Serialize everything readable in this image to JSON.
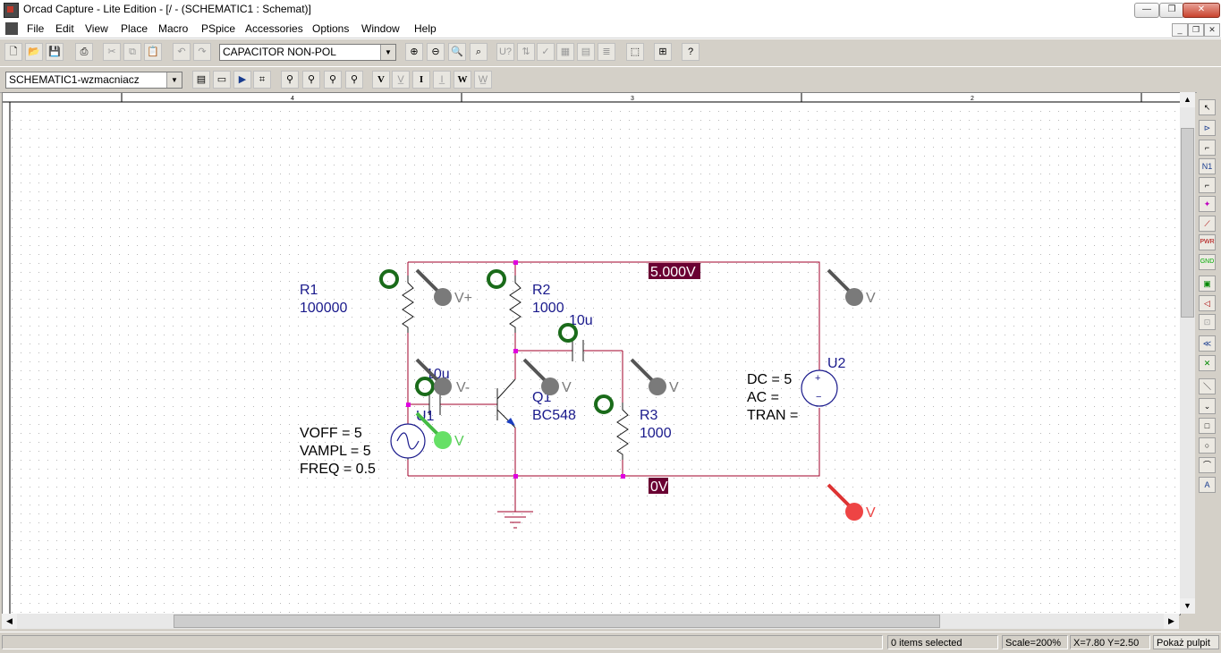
{
  "window": {
    "title": "Orcad Capture - Lite Edition - [/ - (SCHEMATIC1 : Schemat)]"
  },
  "menu": [
    "File",
    "Edit",
    "View",
    "Place",
    "Macro",
    "PSpice",
    "Accessories",
    "Options",
    "Window",
    "Help"
  ],
  "toolbar1": {
    "part_combo": "CAPACITOR NON-POL"
  },
  "toolbar2": {
    "schematic_combo": "SCHEMATIC1-wzmacniacz",
    "v_label": "V",
    "i_label": "I",
    "w_label": "W"
  },
  "ruler": {
    "labels": [
      "4",
      "3",
      "2"
    ]
  },
  "schematic": {
    "net_probe_top": "5.000V",
    "net_probe_bottom": "0V",
    "r1": {
      "ref": "R1",
      "value": "100000"
    },
    "r2": {
      "ref": "R2",
      "value": "1000"
    },
    "r3": {
      "ref": "R3",
      "value": "1000"
    },
    "c1": {
      "value": "10u"
    },
    "c2": {
      "value": "10u"
    },
    "q1": {
      "ref": "Q1",
      "value": "BC548"
    },
    "u1": {
      "ref": "U1",
      "voff": "VOFF = 5",
      "vampl": "VAMPL = 5",
      "freq": "FREQ = 0.5"
    },
    "u2": {
      "ref": "U2",
      "dc": "DC = 5",
      "ac": "AC =",
      "tran": "TRAN ="
    },
    "markers": {
      "vplus": "V+",
      "vminus": "V-",
      "v": "V"
    }
  },
  "status": {
    "selected": "0 items selected",
    "scale": "Scale=200%",
    "coords": "X=7.80  Y=2.50",
    "desktop": "Pokaż pulpit"
  },
  "colors": {
    "wire": "#a0002a",
    "component": "#1a1a8c",
    "probe_bg": "#6a0032",
    "marker_green": "#1a6b1a",
    "marker_gray": "#7a7a7a",
    "marker_lightgreen": "#66e066",
    "marker_red": "#ee4444",
    "junction": "#e000e0"
  }
}
